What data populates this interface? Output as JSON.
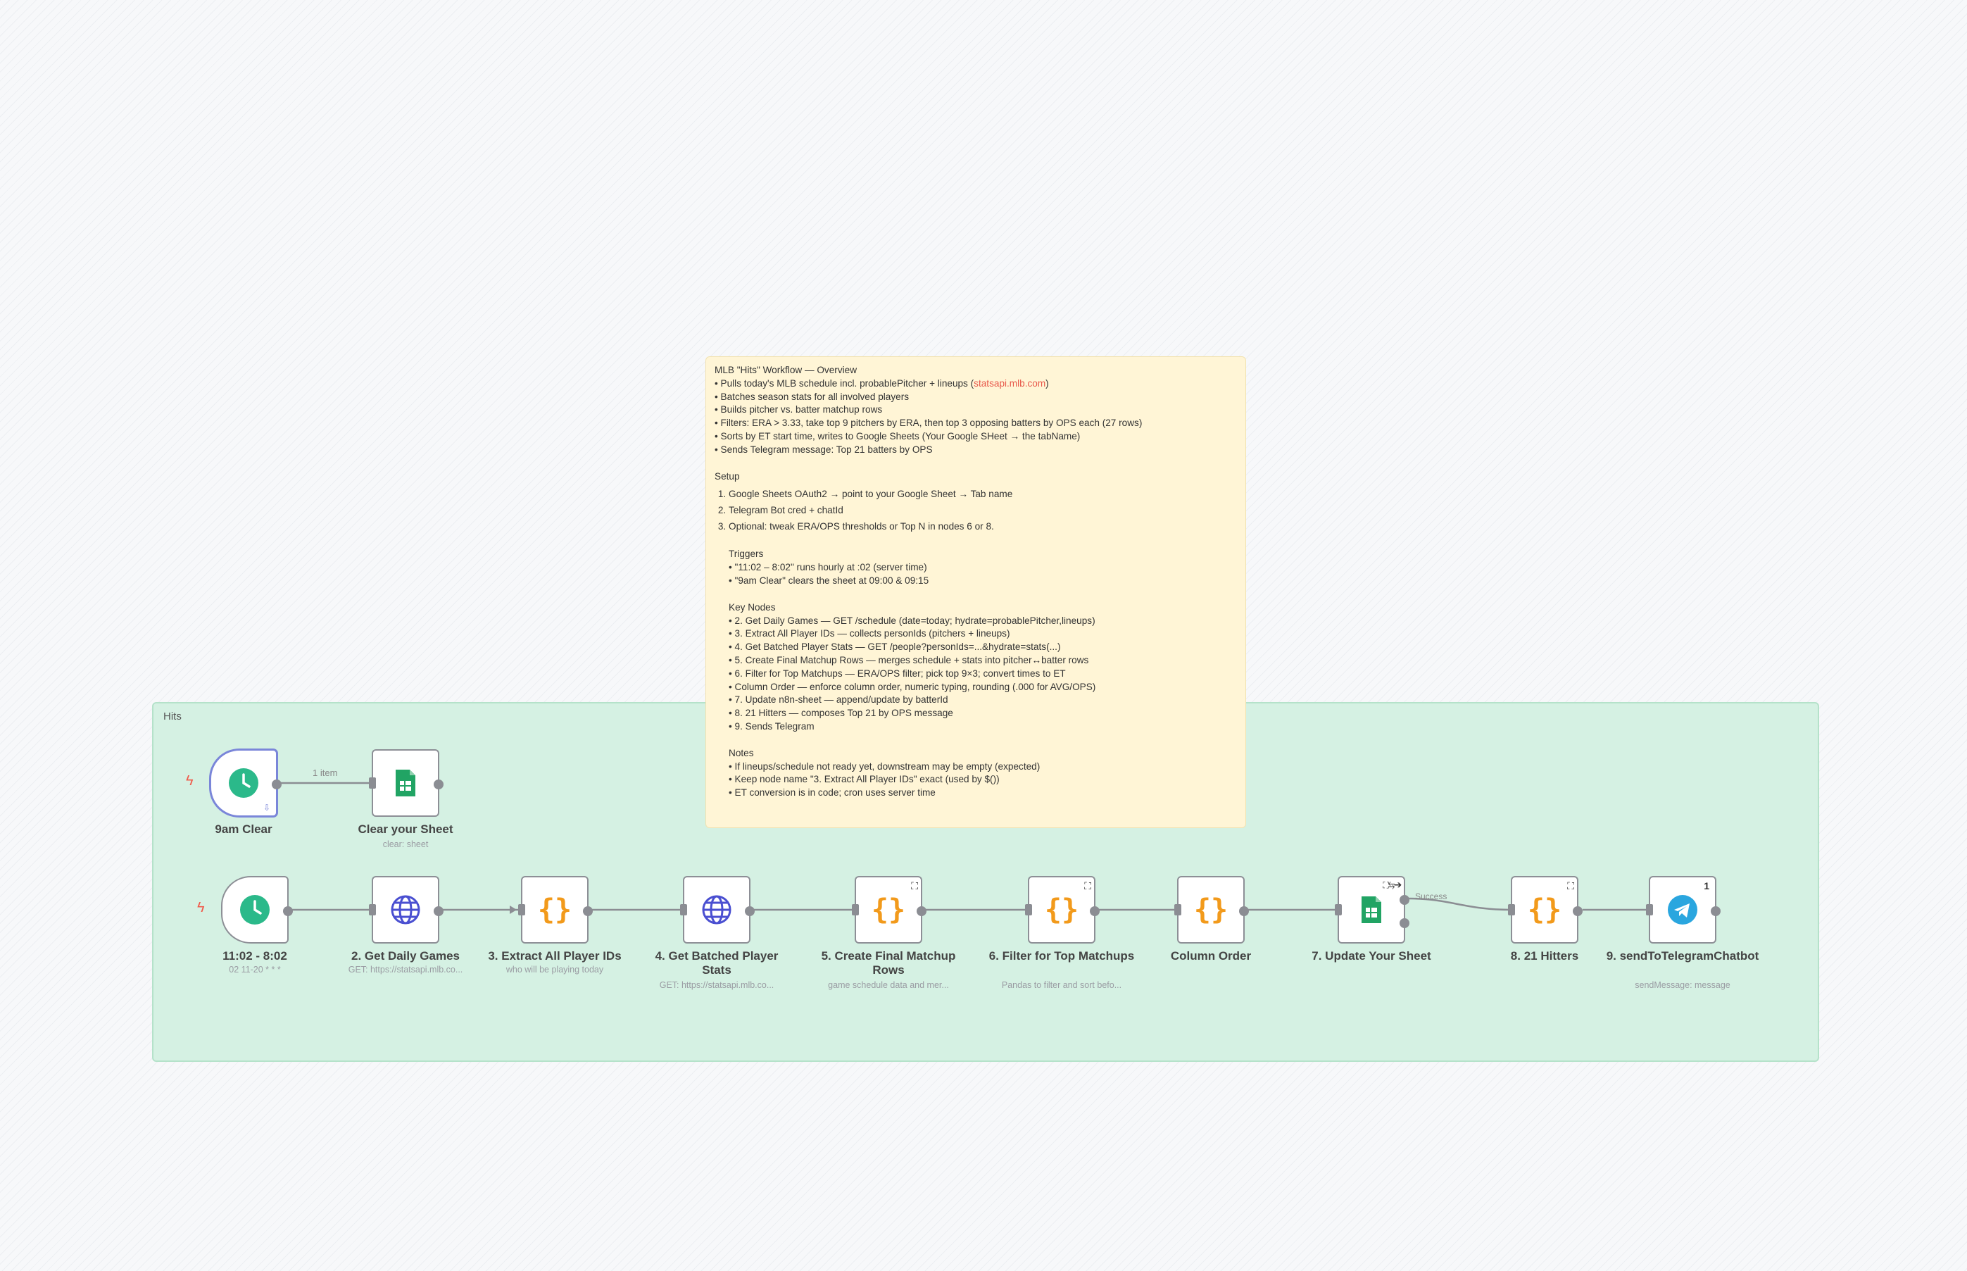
{
  "group": {
    "label": "Hits"
  },
  "sticky": {
    "title": "MLB \"Hits\" Workflow — Overview",
    "overview": [
      "• Pulls today's MLB schedule incl. probablePitcher + lineups (",
      "• Batches season stats for all involved players",
      "• Builds pitcher vs. batter matchup rows",
      "• Filters: ERA > 3.33, take top 9 pitchers by ERA, then top 3 opposing batters by OPS each (27 rows)",
      "• Sorts by ET start time, writes to Google Sheets (Your Google SHeet → the tabName)",
      "• Sends Telegram message: Top 21 batters by OPS"
    ],
    "overview_link": "statsapi.mlb.com",
    "overview_link_suffix": ")",
    "setup_heading": "Setup",
    "setup": [
      "Google Sheets OAuth2 → point to your Google Sheet → Tab name",
      "Telegram Bot cred + chatId",
      "Optional: tweak ERA/OPS thresholds or Top N in nodes 6 or 8."
    ],
    "triggers_heading": "Triggers",
    "triggers": [
      "• \"11:02 – 8:02\" runs hourly at :02 (server time)",
      "• \"9am Clear\" clears the sheet at 09:00 & 09:15"
    ],
    "keynodes_heading": "Key Nodes",
    "keynodes": [
      "• 2. Get Daily Games — GET /schedule (date=today; hydrate=probablePitcher,lineups)",
      "• 3. Extract All Player IDs — collects personIds (pitchers + lineups)",
      "• 4. Get Batched Player Stats — GET /people?personIds=...&hydrate=stats(...)",
      "• 5. Create Final Matchup Rows — merges schedule + stats into pitcher↔batter rows",
      "• 6. Filter for Top Matchups — ERA/OPS filter; pick top 9×3; convert times to ET",
      "• Column Order — enforce column order, numeric typing, rounding (.000 for AVG/OPS)",
      "• 7. Update n8n-sheet — append/update by batterId",
      "• 8. 21 Hitters — composes Top 21 by OPS message",
      "• 9. Sends Telegram"
    ],
    "notes_heading": "Notes",
    "notes": [
      "• If lineups/schedule not ready yet, downstream may be empty (expected)",
      "• Keep node name \"3. Extract All Player IDs\" exact (used by $())",
      "• ET conversion is in code; cron uses server time"
    ]
  },
  "edge_labels": {
    "one_item": "1 item",
    "success": "Success"
  },
  "nodes": {
    "clear_trigger": {
      "title": "9am Clear",
      "icon": "clock-icon"
    },
    "clear_sheet": {
      "title": "Clear your Sheet",
      "sub": "clear: sheet",
      "icon": "google-sheets-icon"
    },
    "hourly_trigger": {
      "title": "11:02 - 8:02",
      "sub": "02 11-20 * * *",
      "icon": "clock-icon"
    },
    "get_daily_games": {
      "title": "2. Get Daily Games",
      "sub": "GET: https://statsapi.mlb.co...",
      "icon": "globe-icon"
    },
    "extract_ids": {
      "title": "3. Extract All Player IDs",
      "sub": "who will be playing today",
      "icon": "code-braces-icon"
    },
    "batched_stats": {
      "title": "4. Get Batched Player Stats",
      "sub": "GET: https://statsapi.mlb.co...",
      "icon": "globe-icon"
    },
    "final_rows": {
      "title": "5. Create Final Matchup Rows",
      "sub": "game schedule data and mer...",
      "icon": "code-braces-icon"
    },
    "filter_top": {
      "title": "6. Filter for Top Matchups",
      "sub": "Pandas to filter and sort befo...",
      "icon": "code-braces-icon"
    },
    "column_order": {
      "title": "Column Order",
      "icon": "code-braces-icon"
    },
    "update_sheet": {
      "title": "7. Update Your Sheet",
      "icon": "google-sheets-icon"
    },
    "hitters": {
      "title": "8. 21 Hitters",
      "icon": "code-braces-icon"
    },
    "telegram": {
      "title": "9. sendToTelegramChatbot",
      "sub": "sendMessage: message",
      "badge": "1",
      "icon": "telegram-icon"
    }
  },
  "colors": {
    "group_bg": "#d5f1e3",
    "sticky_bg": "#fff5d6",
    "code_orange": "#f29a1b",
    "globe_blue": "#4a4fd1",
    "sheets_green": "#21a464",
    "clock_teal": "#2bb98a",
    "telegram_blue": "#2aa6df",
    "link_red": "#e8584a"
  }
}
